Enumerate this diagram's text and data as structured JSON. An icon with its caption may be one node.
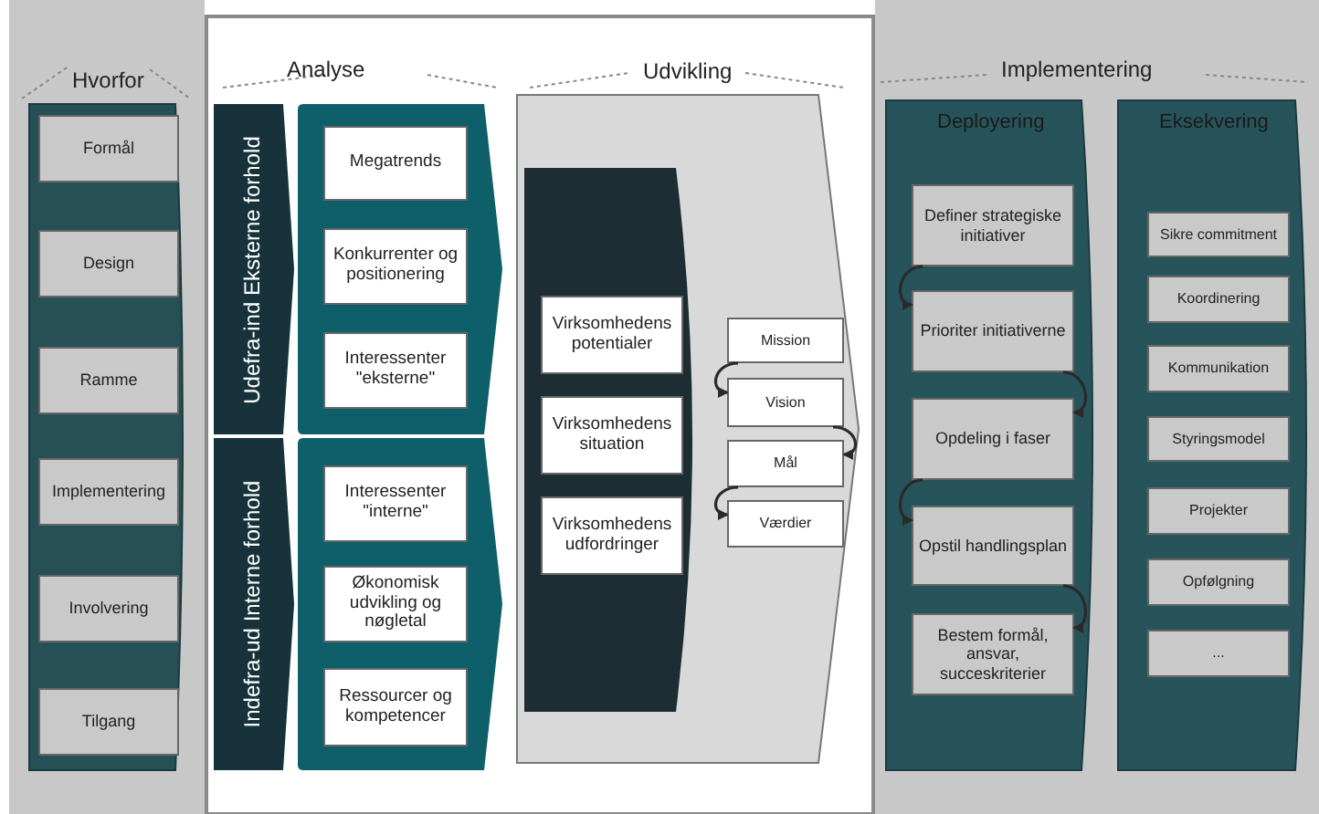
{
  "diagram": {
    "nodes": [
      {
        "text": [
          "Hvorfor"
        ]
      },
      {
        "text": [
          "Formål"
        ],
        "in": 0
      },
      {
        "text": [
          "Design"
        ],
        "in": 0
      },
      {
        "text": [
          "Ramme"
        ],
        "in": 0
      },
      {
        "text": [
          "Implementering"
        ],
        "in": 0
      },
      {
        "text": [
          "Involvering"
        ],
        "in": 0
      },
      {
        "text": [
          "Tilgang"
        ],
        "in": 0
      },
      {
        "text": [
          "Udefra-ind Eksterne forhold"
        ]
      },
      {
        "text": [],
        "shape": "box"
      },
      {
        "text": [
          "Megatrends"
        ],
        "in": 8
      },
      {
        "text": [
          "Konkurrenter og positionering"
        ],
        "in": 8
      },
      {
        "text": [
          "Interessenter \"eksterne\""
        ],
        "in": 8
      },
      {
        "text": [
          "Indefra-ud Interne forhold"
        ]
      },
      {
        "text": [],
        "shape": "box"
      },
      {
        "text": [
          "Interessenter \"interne\""
        ],
        "in": 13
      },
      {
        "text": [
          "Økonomisk udvikling og nøgletal"
        ],
        "in": 13
      },
      {
        "text": [
          "Ressourcer og kompetencer"
        ],
        "in": 13
      },
      {
        "text": [
          "Udvikling"
        ]
      },
      {
        "text": [],
        "shape": "box",
        "in": 17
      },
      {
        "text": [
          "Virksomhedens potentialer"
        ],
        "in": 18
      },
      {
        "text": [
          "Virksomhedens situation"
        ],
        "in": 18
      },
      {
        "text": [
          "Virksomhedens udfordringer"
        ],
        "in": 18
      },
      {
        "text": [
          "Mission"
        ],
        "in": 17
      },
      {
        "text": [
          "Vision"
        ],
        "in": 17
      },
      {
        "text": [
          "Mål"
        ],
        "in": 17
      },
      {
        "text": [
          "Værdier"
        ],
        "in": 17
      },
      {
        "text": [
          "Deployering"
        ]
      },
      {
        "text": [
          "Definer strategiske initiativer"
        ],
        "in": 26
      },
      {
        "text": [
          "Prioriter initiativerne"
        ],
        "in": 26
      },
      {
        "text": [
          "Opdeling i faser"
        ],
        "in": 26
      },
      {
        "text": [
          "Opstil handlingsplan"
        ],
        "in": 26
      },
      {
        "text": [
          "Bestem formål, ansvar, succeskriterier"
        ],
        "in": 26
      },
      {
        "text": [
          "Eksekvering"
        ]
      },
      {
        "text": [
          "Sikre commitment"
        ],
        "in": 32
      },
      {
        "text": [
          "Koordinering"
        ],
        "in": 32
      },
      {
        "text": [
          "Kommunikation"
        ],
        "in": 32
      },
      {
        "text": [
          "Styringsmodel"
        ],
        "in": 32
      },
      {
        "text": [
          "Projekter"
        ],
        "in": 32
      },
      {
        "text": [
          "Opfølgning"
        ],
        "in": 32
      },
      {
        "text": [
          "..."
        ],
        "in": 32
      }
    ],
    "edges": [
      {
        "from": 22,
        "to": 23,
        "arrow": "to"
      },
      {
        "from": 23,
        "to": 24,
        "arrow": "to"
      },
      {
        "from": 24,
        "to": 25,
        "arrow": "to"
      },
      {
        "from": 27,
        "to": 28,
        "arrow": "to"
      },
      {
        "from": 28,
        "to": 29,
        "arrow": "to"
      },
      {
        "from": 29,
        "to": 30,
        "arrow": "to"
      },
      {
        "from": 30,
        "to": 31,
        "arrow": "to"
      }
    ],
    "labels": [
      "Analyse",
      "Implementering"
    ]
  }
}
